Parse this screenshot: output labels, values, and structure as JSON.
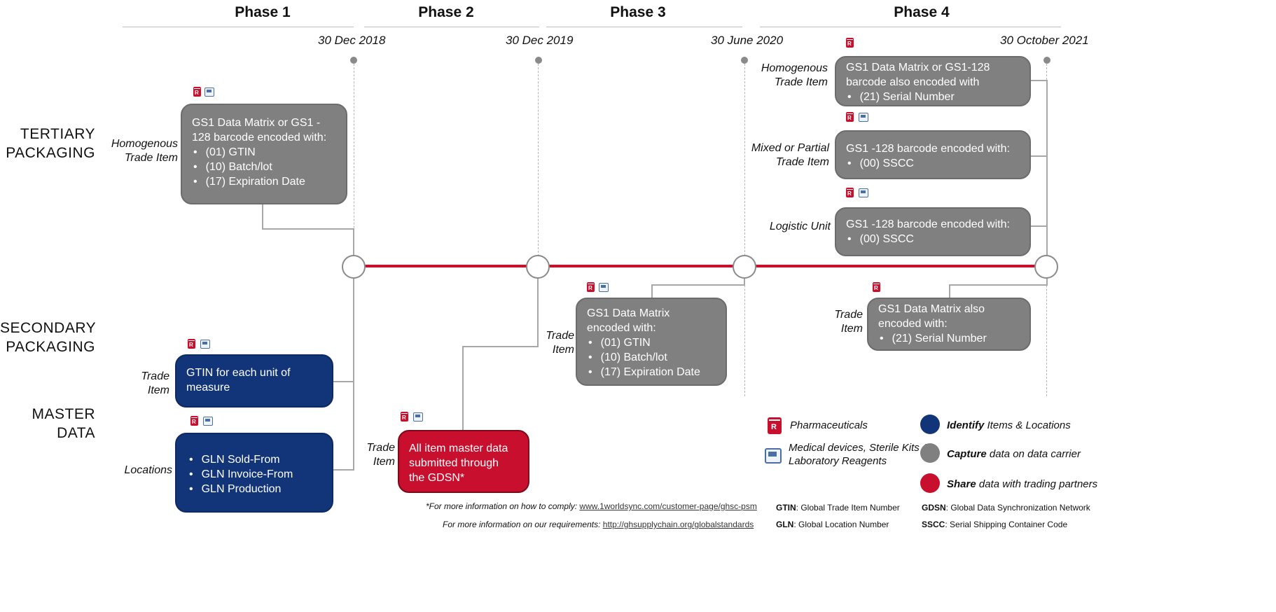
{
  "phases": [
    "Phase 1",
    "Phase 2",
    "Phase 3",
    "Phase 4"
  ],
  "dates": [
    "30 Dec 2018",
    "30 Dec 2019",
    "30 June 2020",
    "30 October 2021"
  ],
  "rows": {
    "tertiary": [
      "TERTIARY",
      "PACKAGING"
    ],
    "secondary": [
      "SECONDARY",
      "PACKAGING"
    ],
    "master": [
      "MASTER",
      "DATA"
    ]
  },
  "p1_tertiary": {
    "side": [
      "Homogenous",
      "Trade Item"
    ],
    "title": [
      "GS1 Data Matrix or GS1 -",
      "128 barcode encoded with:"
    ],
    "items": [
      "(01) GTIN",
      "(10) Batch/lot",
      "(17) Expiration Date"
    ]
  },
  "p1_trade": {
    "side": [
      "Trade",
      "Item"
    ],
    "text": [
      "GTIN for each unit of",
      "measure"
    ]
  },
  "p1_locations": {
    "side": "Locations",
    "items": [
      "GLN Sold-From",
      "GLN Invoice-From",
      "GLN Production"
    ]
  },
  "p2_master": {
    "side": [
      "Trade",
      "Item"
    ],
    "text": [
      "All item master data",
      "submitted through",
      "the GDSN*"
    ]
  },
  "p3_secondary": {
    "side": [
      "Trade",
      "Item"
    ],
    "title": [
      "GS1 Data Matrix",
      "encoded with:"
    ],
    "items": [
      "(01) GTIN",
      "(10) Batch/lot",
      "(17) Expiration Date"
    ]
  },
  "p4_homogenous": {
    "side": [
      "Homogenous",
      "Trade Item"
    ],
    "title": [
      "GS1 Data Matrix or GS1-128",
      "barcode also encoded with"
    ],
    "items": [
      "(21) Serial Number"
    ]
  },
  "p4_mixed": {
    "side": [
      "Mixed or Partial",
      "Trade Item"
    ],
    "title": "GS1 -128 barcode encoded with:",
    "items": [
      "(00) SSCC"
    ]
  },
  "p4_logistic": {
    "side": "Logistic Unit",
    "title": "GS1 -128 barcode encoded with:",
    "items": [
      "(00) SSCC"
    ]
  },
  "p4_secondary": {
    "side": [
      "Trade",
      "Item"
    ],
    "title": [
      "GS1 Data Matrix also",
      "encoded with:"
    ],
    "items": [
      "(21) Serial Number"
    ]
  },
  "legend": {
    "pharma": "Pharmaceuticals",
    "devices": [
      "Medical devices, Sterile Kits &",
      "Laboratory Reagents"
    ],
    "identify": {
      "em": "Identify",
      "rest": " Items & Locations",
      "color": "#12357a"
    },
    "capture": {
      "em": "Capture",
      "rest": " data on data carrier",
      "color": "#808080"
    },
    "share": {
      "em": "Share",
      "rest": " data with trading partners",
      "color": "#c8102e"
    }
  },
  "footnotes": {
    "comply_prefix": "*For more information on how to comply: ",
    "comply_link": "www.1worldsync.com/customer-page/ghsc-psm",
    "req_prefix": "For more information on our requirements: ",
    "req_link": "http://ghsupplychain.org/globalstandards"
  },
  "abbreviations": [
    {
      "key": "GTIN",
      "sep": ": ",
      "val": "Global Trade Item Number"
    },
    {
      "key": "GLN",
      "sep": ":  ",
      "val": "Global Location Number"
    },
    {
      "key": "GDSN",
      "sep": ": ",
      "val": "Global Data Synchronization Network"
    },
    {
      "key": "SSCC",
      "sep": ":  ",
      "val": "Serial Shipping Container Code"
    }
  ],
  "icons": [
    "rx-pharmaceutical-icon",
    "medical-device-icon"
  ]
}
